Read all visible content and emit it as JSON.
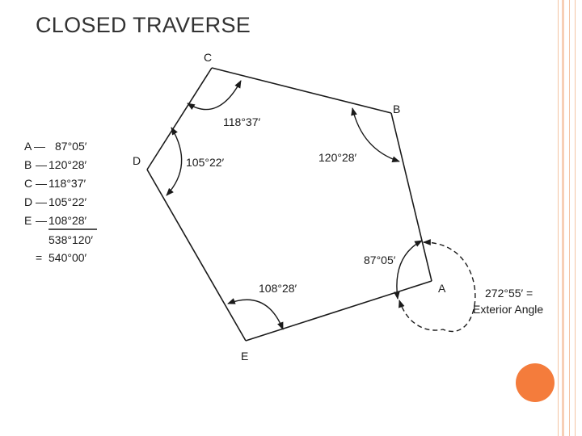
{
  "title": "CLOSED TRAVERSE",
  "colors": {
    "accent": "#f47c3c",
    "frame": "#f4c3a3",
    "line": "#1a1a1a",
    "title_text": "#333333"
  },
  "vertices": {
    "A": "A",
    "B": "B",
    "C": "C",
    "D": "D",
    "E": "E"
  },
  "angles": {
    "A": "87°05′",
    "B": "120°28′",
    "C": "118°37′",
    "D": "105°22′",
    "E": "108°28′"
  },
  "exterior": {
    "value": "272°55′ =",
    "label": "Exterior Angle"
  },
  "sum_table": {
    "rows": [
      {
        "letter": "A",
        "dash": "—",
        "value": "87°05′"
      },
      {
        "letter": "B",
        "dash": "—",
        "value": "120°28′"
      },
      {
        "letter": "C",
        "dash": "—",
        "value": "118°37′"
      },
      {
        "letter": "D",
        "dash": "—",
        "value": "105°22′"
      },
      {
        "letter": "E",
        "dash": "—",
        "value": "108°28′"
      }
    ],
    "subtotal": "538°120′",
    "equals": "=",
    "total": "540°00′"
  }
}
